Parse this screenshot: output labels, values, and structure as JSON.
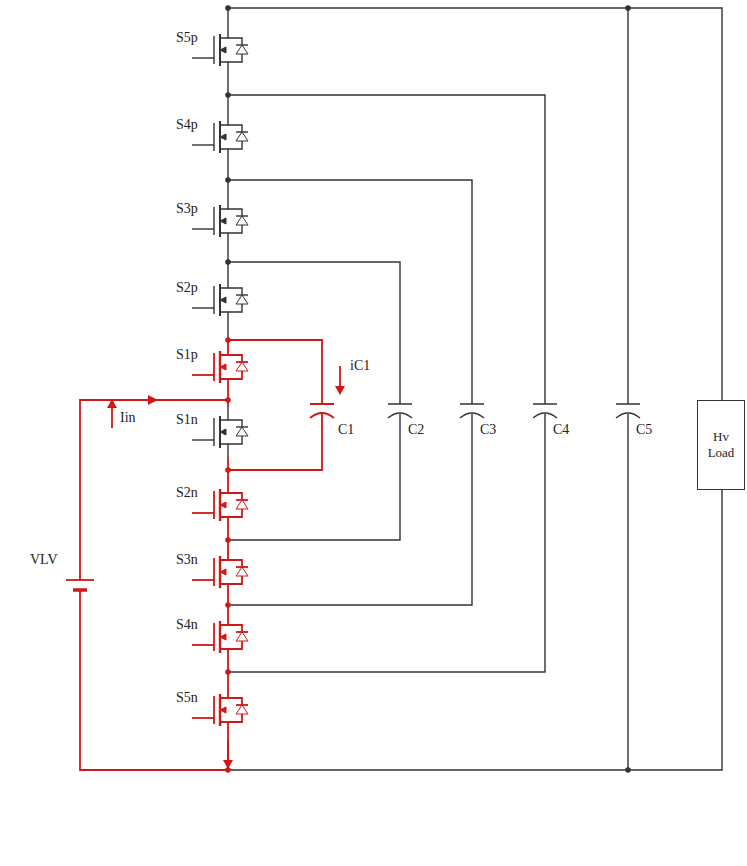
{
  "diagram": {
    "nodes": [
      {
        "text": [
          "Hv Load"
        ]
      }
    ],
    "labels": [
      "S5p",
      "S4p",
      "S3p",
      "S2p",
      "S1p",
      "iC1",
      "Iin",
      "S1n",
      "VLV",
      "C1",
      "C2",
      "C3",
      "C4",
      "C5",
      "S2n",
      "S3n",
      "S4n",
      "S5n"
    ]
  }
}
